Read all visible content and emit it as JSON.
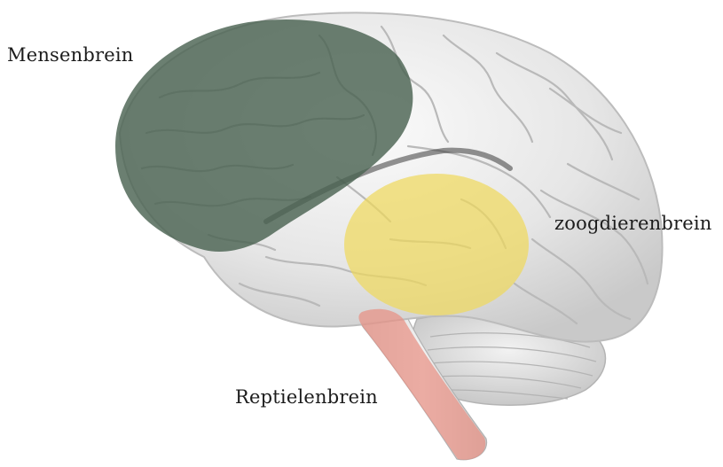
{
  "labels": {
    "human": "Mensenbrein",
    "mammal": "zoogdierenbrein",
    "reptile": "Reptielenbrein"
  },
  "regions": {
    "human": {
      "color": "#4b6352",
      "opacity": 0.82
    },
    "mammal": {
      "color": "#f0d95a",
      "opacity": 0.7
    },
    "reptile": {
      "color": "#e88e82",
      "opacity": 0.7
    }
  },
  "brain": {
    "base_color": "#e9e9e9",
    "fold_color": "#b9b9b9"
  }
}
